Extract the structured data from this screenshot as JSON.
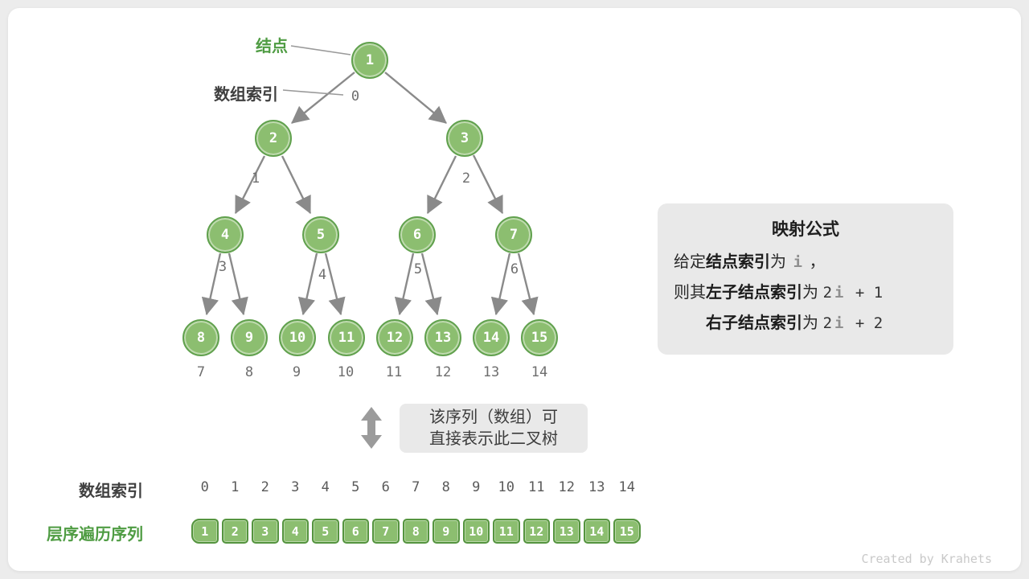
{
  "page": {
    "watermark": "Created by Krahets"
  },
  "annotations": {
    "node_label": "结点",
    "array_index_label": "数组索引"
  },
  "tree": {
    "nodes": [
      {
        "value": "1",
        "index": "0"
      },
      {
        "value": "2",
        "index": "1"
      },
      {
        "value": "3",
        "index": "2"
      },
      {
        "value": "4",
        "index": "3"
      },
      {
        "value": "5",
        "index": "4"
      },
      {
        "value": "6",
        "index": "5"
      },
      {
        "value": "7",
        "index": "6"
      },
      {
        "value": "8",
        "index": "7"
      },
      {
        "value": "9",
        "index": "8"
      },
      {
        "value": "10",
        "index": "9"
      },
      {
        "value": "11",
        "index": "10"
      },
      {
        "value": "12",
        "index": "11"
      },
      {
        "value": "13",
        "index": "12"
      },
      {
        "value": "14",
        "index": "13"
      },
      {
        "value": "15",
        "index": "14"
      }
    ]
  },
  "formula_box": {
    "title": "映射公式",
    "lines": [
      {
        "pre": "给定",
        "bold": "结点索引",
        "mid": "为 ",
        "num": "",
        "ivar": "i",
        "rest": "",
        "tail": " ，"
      },
      {
        "pre": "则其",
        "bold": "左子结点索引",
        "mid": "为 ",
        "num": "2",
        "ivar": "i",
        "rest": " + 1",
        "tail": ""
      },
      {
        "pre": "",
        "bold": "右子结点索引",
        "mid": "为 ",
        "num": "2",
        "ivar": "i",
        "rest": " + 2",
        "tail": ""
      }
    ]
  },
  "note": {
    "line1": "该序列（数组）可",
    "line2": "直接表示此二叉树"
  },
  "bottom": {
    "index_label": "数组索引",
    "sequence_label": "层序遍历序列",
    "indices": [
      "0",
      "1",
      "2",
      "3",
      "4",
      "5",
      "6",
      "7",
      "8",
      "9",
      "10",
      "11",
      "12",
      "13",
      "14"
    ],
    "values": [
      "1",
      "2",
      "3",
      "4",
      "5",
      "6",
      "7",
      "8",
      "9",
      "10",
      "11",
      "12",
      "13",
      "14",
      "15"
    ]
  },
  "colors": {
    "node_fill": "#8CBE70",
    "node_border": "#61A14E",
    "accent_green": "#4F9C43",
    "box_gray": "#E9E9E9",
    "arrow_gray": "#8A8A8A"
  }
}
